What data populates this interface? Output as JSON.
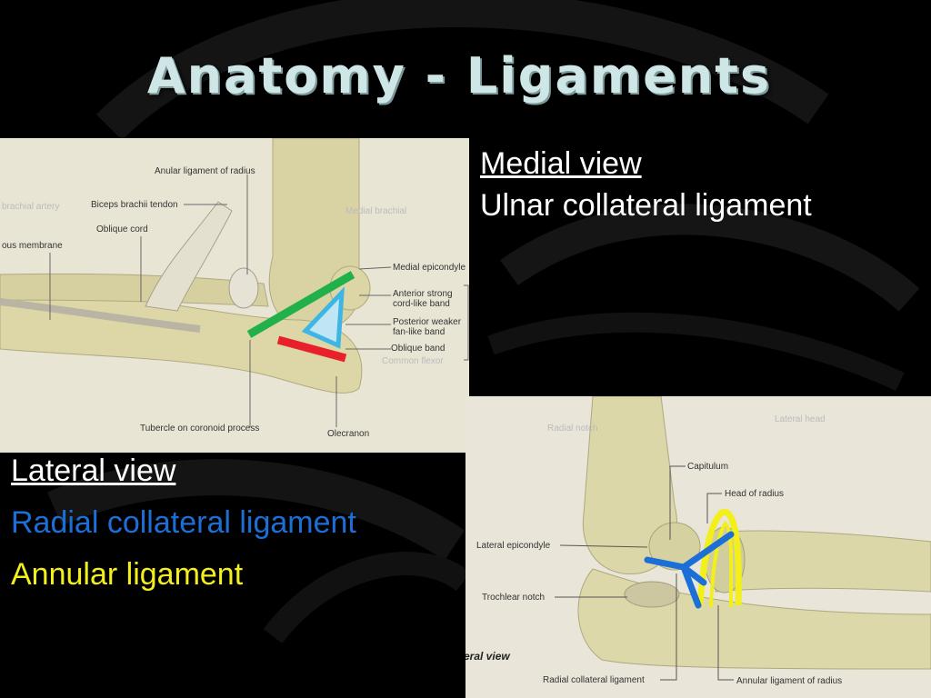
{
  "slide": {
    "title": "Anatomy - Ligaments"
  },
  "medial": {
    "heading": "Medial view",
    "subheading": "Ulnar collateral ligament",
    "labels": {
      "anular": "Anular ligament of radius",
      "biceps": "Biceps brachii tendon",
      "oblique_cord": "Oblique cord",
      "membrane": "ous membrane",
      "medial_epicondyle": "Medial epicondyle",
      "anterior_1": "Anterior strong",
      "anterior_2": "cord-like band",
      "posterior_1": "Posterior weaker",
      "posterior_2": "fan-like band",
      "oblique_band": "Oblique band",
      "tubercle": "Tubercle on coronoid process",
      "olecranon": "Olecranon"
    },
    "highlight_colors": {
      "anterior": "#22b04b",
      "posterior": "#3db6e6",
      "oblique": "#e8202a"
    }
  },
  "lateral": {
    "heading": "Lateral view",
    "radial_label": "Radial collateral ligament",
    "annular_label": "Annular ligament",
    "view_tag": "eral view",
    "labels": {
      "capitulum": "Capitulum",
      "head_radius": "Head of radius",
      "lateral_epicondyle": "Lateral epicondyle",
      "trochlear": "Trochlear notch",
      "radial_collateral": "Radial collateral ligament",
      "annular_radius": "Annular ligament of radius"
    },
    "colors": {
      "radial": "#1b6fd6",
      "annular": "#f2ef1a"
    }
  }
}
